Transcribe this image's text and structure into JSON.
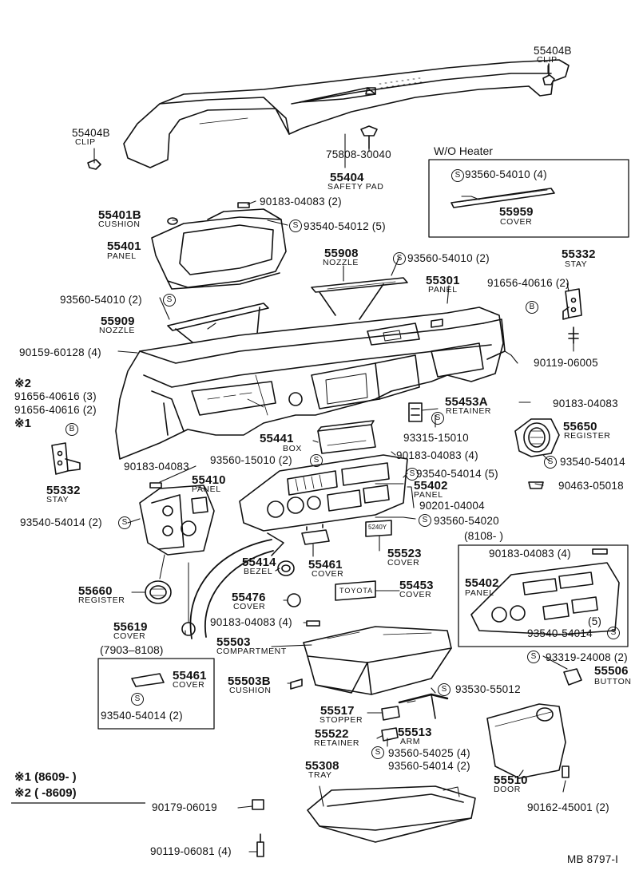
{
  "diagram": {
    "box_heading": "W/O Heater",
    "box_heading_2": "(8108-        )",
    "box_heading_3": "(7903–8108)",
    "note_1": "※1  (8609-        )",
    "note_2": "※2  (        -8609)",
    "ref_code": "MB 8797-I",
    "asterisk_2": "※2",
    "asterisk_1": "※1",
    "s_symbol": "S",
    "b_symbol": "B",
    "labels": {
      "p55404B_top": "55404B",
      "clip_top": "CLIP",
      "p55404B_left": "55404B",
      "clip_left": "CLIP",
      "p75808": "75808-30040",
      "p55404": "55404",
      "safety_pad": "SAFETY PAD",
      "p90183_a": "90183-04083 (2)",
      "p55401B": "55401B",
      "cushion_a": "CUSHION",
      "p93540_a": "93540-54012 (5)",
      "p55401": "55401",
      "panel_a": "PANEL",
      "p93560_box": "93560-54010 (4)",
      "p55959": "55959",
      "cover_box": "COVER",
      "p55908": "55908",
      "nozzle_a": "NOZZLE",
      "p93560_b": "93560-54010 (2)",
      "p55332_r": "55332",
      "stay_r": "STAY",
      "p55301": "55301",
      "panel_b": "PANEL",
      "p91656_r": "91656-40616 (2)",
      "p93560_c": "93560-54010 (2)",
      "p55909": "55909",
      "nozzle_b": "NOZZLE",
      "p90159": "90159-60128 (4)",
      "p90119_r": "90119-06005",
      "p91656_l1": "91656-40616 (3)",
      "p91656_l2": "91656-40616 (2)",
      "p55453A": "55453A",
      "retainer_a": "RETAINER",
      "p90183_r": "90183-04083",
      "p93315": "93315-15010",
      "p55441": "55441",
      "box_a": "BOX",
      "p55650": "55650",
      "register_r": "REGISTER",
      "p93560_d": "93560-15010 (2)",
      "p90183_b": "90183-04083",
      "p90183_c": "90183-04083 (4)",
      "p93540_r": "93540-54014",
      "p55410": "55410",
      "panel_c": "PANEL",
      "p93540_b": "93540-54014 (5)",
      "p55332_l": "55332",
      "stay_l": "STAY",
      "p55402": "55402",
      "panel_d": "PANEL",
      "p90463": "90463-05018",
      "p90201": "90201-04004",
      "p93540_c": "93540-54014 (2)",
      "p93560_e": "93560-54020",
      "p55414": "55414",
      "bezel": "BEZEL",
      "p55461": "55461",
      "cover_c": "COVER",
      "p55523": "55523",
      "cover_d": "COVER",
      "p90183_d": "90183-04083 (4)",
      "p55660": "55660",
      "register_l": "REGISTER",
      "p55453": "55453",
      "cover_e": "COVER",
      "p55402_b": "55402",
      "panel_e": "PANEL",
      "p55476": "55476",
      "cover_f": "COVER",
      "p90183_e": "90183-04083 (4)",
      "p55619": "55619",
      "cover_g": "COVER",
      "p93540_d": "(5)",
      "p93540_d2": "93540-54014",
      "p55503": "55503",
      "compartment": "COMPARTMENT",
      "p93319": "93319-24008 (2)",
      "p55461_b": "55461",
      "cover_h": "COVER",
      "p55506": "55506",
      "button": "BUTTON",
      "p55503B": "55503B",
      "cushion_b": "CUSHION",
      "p93530": "93530-55012",
      "p93540_e": "93540-54014 (2)",
      "p55517": "55517",
      "stopper": "STOPPER",
      "p55522": "55522",
      "retainer_b": "RETAINER",
      "p55513": "55513",
      "arm": "ARM",
      "p93560_f": "93560-54025 (4)",
      "p93560_g": "93560-54014 (2)",
      "p55510": "55510",
      "door": "DOOR",
      "p55308": "55308",
      "tray": "TRAY",
      "p90179": "90179-06019",
      "p90162": "90162-45001 (2)",
      "p90119_b": "90119-06081 (4)",
      "emblem_a": "5240Y",
      "emblem_b": "TOYOTA"
    }
  }
}
